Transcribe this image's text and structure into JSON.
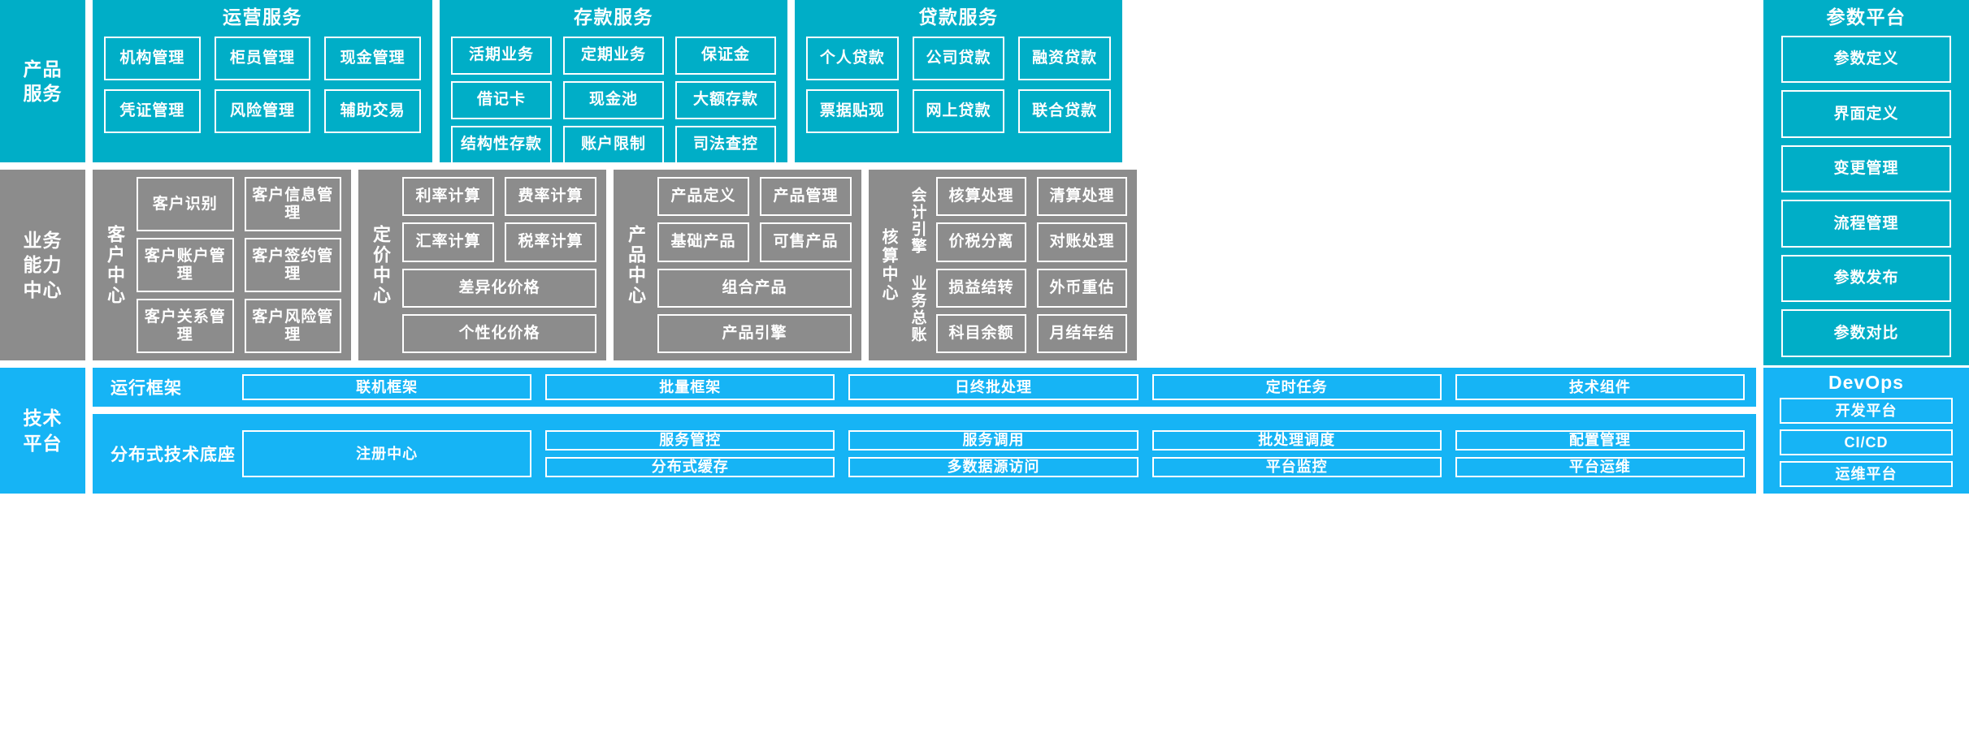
{
  "colors": {
    "teal": "#00AEC7",
    "gray": "#8C8C8C",
    "blue": "#16B4F5",
    "white": "#FFFFFF"
  },
  "layers": {
    "product_services": {
      "rail_label": "产品\n服务",
      "groups": [
        {
          "title": "运营服务",
          "items": [
            "机构管理",
            "柜员管理",
            "现金管理",
            "凭证管理",
            "风险管理",
            "辅助交易"
          ]
        },
        {
          "title": "存款服务",
          "items": [
            "活期业务",
            "定期业务",
            "保证金",
            "借记卡",
            "现金池",
            "大额存款",
            "结构性存款",
            "账户限制",
            "司法查控"
          ]
        },
        {
          "title": "贷款服务",
          "items": [
            "个人贷款",
            "公司贷款",
            "融资贷款",
            "票据贴现",
            "网上贷款",
            "联合贷款"
          ]
        }
      ]
    },
    "parameter_platform": {
      "title": "参数平台",
      "items": [
        "参数定义",
        "界面定义",
        "变更管理",
        "流程管理",
        "参数发布",
        "参数对比"
      ]
    },
    "business_capability": {
      "rail_label": "业务\n能力\n中心",
      "centers": [
        {
          "label": "客户中心",
          "items": [
            "客户识别",
            "客户信息管理",
            "客户账户管理",
            "客户签约管理",
            "客户关系管理",
            "客户风险管理"
          ]
        },
        {
          "label": "定价中心",
          "items": [
            "利率计算",
            "费率计算",
            "汇率计算",
            "税率计算",
            "差异化价格",
            "个性化价格"
          ]
        },
        {
          "label": "产品中心",
          "items": [
            "产品定义",
            "产品管理",
            "基础产品",
            "可售产品",
            "组合产品",
            "产品引擎"
          ]
        },
        {
          "label": "核算中心",
          "sublabels": [
            "会计引擎",
            "业务总账"
          ],
          "items": [
            "核算处理",
            "清算处理",
            "价税分离",
            "对账处理",
            "损益结转",
            "外币重估",
            "科目余额",
            "月结年结"
          ]
        }
      ]
    },
    "technology_platform": {
      "rail_label": "技术\n平台",
      "strips": [
        {
          "label": "运行框架",
          "items": [
            "联机框架",
            "批量框架",
            "日终批处理",
            "定时任务",
            "技术组件"
          ]
        },
        {
          "label": "分布式技术底座",
          "wide_item": "注册中心",
          "items": [
            "服务管控",
            "服务调用",
            "批处理调度",
            "配置管理",
            "分布式缓存",
            "多数据源访问",
            "平台监控",
            "平台运维"
          ]
        }
      ]
    },
    "devops": {
      "title": "DevOps",
      "items": [
        "开发平台",
        "CI/CD",
        "运维平台"
      ]
    }
  }
}
